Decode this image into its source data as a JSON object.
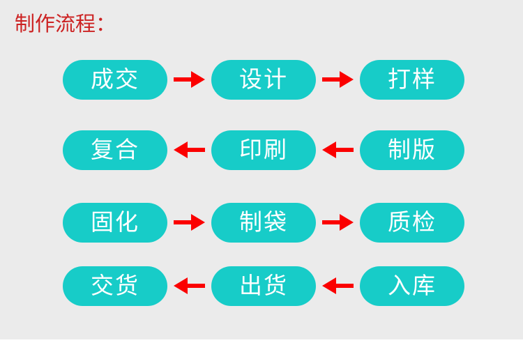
{
  "page": {
    "title": "制作流程：",
    "background_color": "#ebebeb",
    "footer_color": "#ffffff",
    "title_color": "#cc2222",
    "node_color": "#17ccc8",
    "node_text_color": "#ffffff",
    "arrow_color": "#fb0000"
  },
  "flow": {
    "rows": [
      {
        "direction": "right",
        "arrow_icon": "arrow-right-icon",
        "arrow_glyph": "→",
        "nodes": [
          {
            "label": "成交"
          },
          {
            "label": "设计"
          },
          {
            "label": "打样"
          }
        ]
      },
      {
        "direction": "left",
        "arrow_icon": "arrow-left-icon",
        "arrow_glyph": "←",
        "nodes": [
          {
            "label": "复合"
          },
          {
            "label": "印刷"
          },
          {
            "label": "制版"
          }
        ]
      },
      {
        "direction": "right",
        "arrow_icon": "arrow-right-icon",
        "arrow_glyph": "→",
        "nodes": [
          {
            "label": "固化"
          },
          {
            "label": "制袋"
          },
          {
            "label": "质检"
          }
        ]
      },
      {
        "direction": "left",
        "arrow_icon": "arrow-left-icon",
        "arrow_glyph": "←",
        "nodes": [
          {
            "label": "交货"
          },
          {
            "label": "出货"
          },
          {
            "label": "入库"
          }
        ]
      }
    ]
  }
}
